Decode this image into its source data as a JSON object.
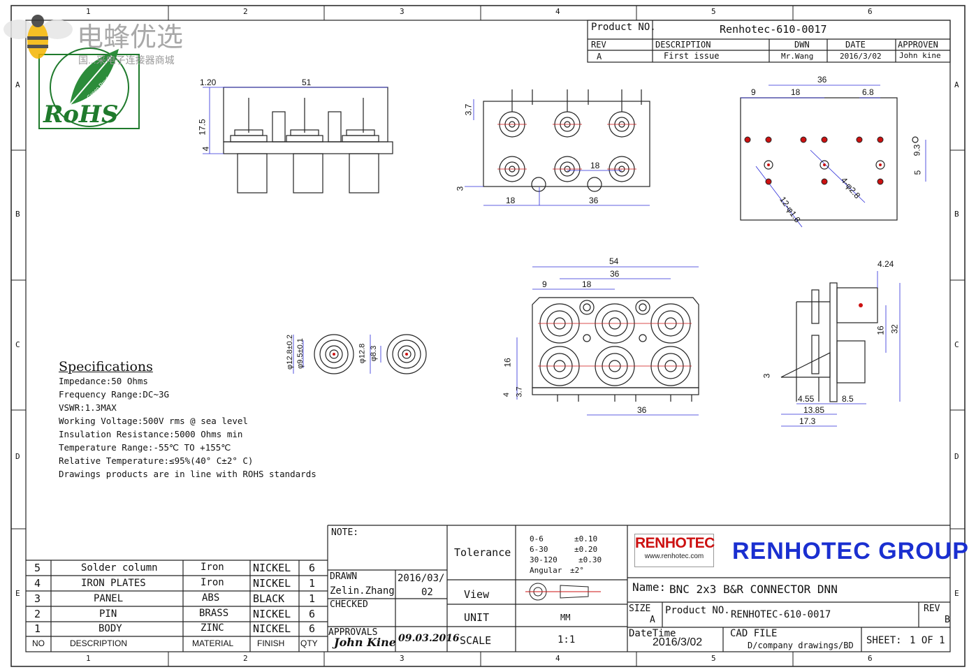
{
  "frame": {
    "top_cols": [
      "1",
      "2",
      "3",
      "4",
      "5",
      "6"
    ],
    "bottom_cols": [
      "1",
      "2",
      "3",
      "4",
      "5",
      "6"
    ],
    "rows": [
      "A",
      "B",
      "C",
      "D",
      "E"
    ]
  },
  "watermark": {
    "brand": "电蜂优选",
    "subtitle": "国...采电子连接器商城",
    "rohs": "RoHS",
    "green_product": "Green Product"
  },
  "title_block_top": {
    "product_no_label": "Product NO.",
    "product_no_value": "Renhotec-610-0017",
    "rev_label": "REV",
    "description_label": "DESCRIPTION",
    "dwn_label": "DWN",
    "date_label": "DATE",
    "approven_label": "APPROVEN",
    "rev_value": "A",
    "description_value": "First issue",
    "dwn_value": "Mr.Wang",
    "date_value": "2016/3/02",
    "approven_value": "John kine"
  },
  "dimensions": {
    "side_view": [
      "1.20",
      "51",
      "17.5",
      "4"
    ],
    "front_view": [
      "3.7",
      "18",
      "36",
      "18",
      "3"
    ],
    "pcb_layout": [
      "36",
      "9",
      "18",
      "6.8",
      "9.3",
      "5",
      "4-φ2.8",
      "12-φ1.6"
    ],
    "bottom_front": [
      "54",
      "36",
      "9",
      "18",
      "16",
      "3.7",
      "4",
      "36"
    ],
    "jacks": [
      "φ12.8±0.2",
      "φ9.5±0.1",
      "φ12.8",
      "φ8.3"
    ],
    "side_right": [
      "4.24",
      "32",
      "16",
      "3",
      "4.55",
      "8.5",
      "13.85",
      "17.3"
    ]
  },
  "specifications": {
    "title": "Specifications",
    "lines": [
      "Impedance:50 Ohms",
      "Frequency Range:DC~3G",
      "VSWR:1.3MAX",
      "Working Voltage:500V rms @ sea level",
      "Insulation Resistance:5000 Ohms min",
      "Temperature Range:-55℃ TO +155℃",
      "Relative Temperature:≤95%(40° C±2° C)",
      "Drawings products are in line with ROHS standards"
    ]
  },
  "bom": {
    "rows": [
      {
        "no": "5",
        "description": "Solder column",
        "material": "Iron",
        "finish": "NICKEL",
        "qty": "6"
      },
      {
        "no": "4",
        "description": "IRON PLATES",
        "material": "Iron",
        "finish": "NICKEL",
        "qty": "1"
      },
      {
        "no": "3",
        "description": "PANEL",
        "material": "ABS",
        "finish": "BLACK",
        "qty": "1"
      },
      {
        "no": "2",
        "description": "PIN",
        "material": "BRASS",
        "finish": "NICKEL",
        "qty": "6"
      },
      {
        "no": "1",
        "description": "BODY",
        "material": "ZINC",
        "finish": "NICKEL",
        "qty": "6"
      }
    ],
    "headers": {
      "no": "NO",
      "description": "DESCRIPTION",
      "material": "MATERIAL",
      "finish": "FINISH",
      "qty": "QTY"
    }
  },
  "title_block_bottom": {
    "note_label": "NOTE:",
    "drawn_label": "DRAWN",
    "drawn_name": "Zelin.Zhang",
    "drawn_date_1": "2016/03/",
    "drawn_date_2": "02",
    "checked_label": "CHECKED",
    "approvals_label": "APPROVALS",
    "approvals_sign": "John Kine",
    "approvals_date": "09.03.2016",
    "tolerance_label": "Tolerance",
    "tolerance_rows": [
      {
        "range": "0-6",
        "value": "±0.10"
      },
      {
        "range": "6-30",
        "value": "±0.20"
      },
      {
        "range": "30-120",
        "value": "±0.30"
      },
      {
        "range": "Angular",
        "value": "±2°"
      }
    ],
    "view_label": "View",
    "unit_label": "UNIT",
    "unit_value": "MM",
    "scale_label": "SCALE",
    "scale_value": "1:1",
    "logo_text": "RENHOTEC",
    "logo_url": "www.renhotec.com",
    "company": "RENHOTEC GROUP",
    "name_label": "Name:",
    "name_value": "BNC 2x3 B&R CONNECTOR DNN",
    "size_label": "SIZE",
    "size_value": "A",
    "product_no_label": "Product NO.",
    "product_no_value": "RENHOTEC-610-0017",
    "rev_label": "REV",
    "rev_value": "B",
    "datetime_label": "DateTime",
    "datetime_value": "2016/3/02",
    "cad_label": "CAD FILE",
    "cad_value": "D/company drawings/BD",
    "sheet_label": "SHEET:",
    "sheet_value": "1 OF 1"
  },
  "colors": {
    "logo_red": "#cc1111",
    "company_blue": "#1a2fd0",
    "rohs_green": "#1f7a2c",
    "dim_blue": "#2a2ad8",
    "marker_red": "#cc1111"
  }
}
